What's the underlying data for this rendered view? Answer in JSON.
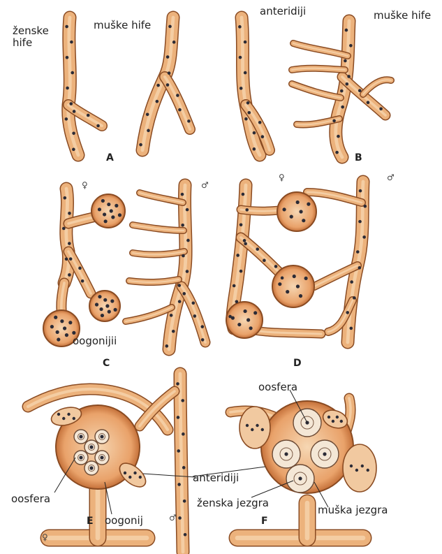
{
  "labels": {
    "a_female_hyphae": "ženske\nhife",
    "a_male_hyphae": "muške hife",
    "b_antheridia": "anteridiji",
    "b_male_hyphae": "muške hife",
    "c_oogonia": "oogonijii",
    "e_oosphere": "oosfera",
    "e_oogonium": "oogonij",
    "ef_antheridia": "anteridiji",
    "f_oosphere": "oosfera",
    "f_female_nucleus": "ženska jezgra",
    "f_male_nucleus": "muška jezgra"
  },
  "panels": [
    "A",
    "B",
    "C",
    "D",
    "E",
    "F"
  ],
  "symbols": {
    "female": "♀",
    "male": "♂"
  },
  "colors": {
    "hypha_fill": "#ecb27c",
    "hypha_edge": "#8a4b22",
    "nucleus": "#2b2b36",
    "oosphere": "#f4e7d6",
    "leader": "#222222"
  }
}
